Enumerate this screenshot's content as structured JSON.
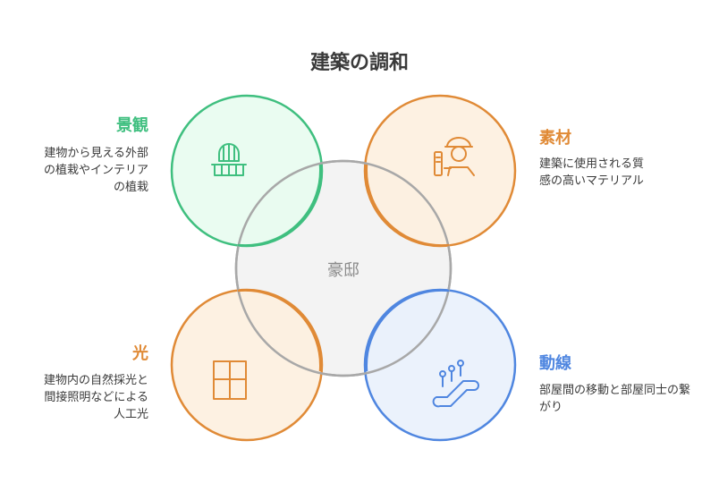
{
  "title": "建築の調和",
  "center": {
    "label": "豪邸"
  },
  "nodes": {
    "landscape": {
      "label": "景観",
      "description": "建物から見える外部\nの植栽やインテリア\nの植栽",
      "icon": "arch-gate-icon",
      "color": "#3fbf7f",
      "fill": "#e6fcef"
    },
    "material": {
      "label": "素材",
      "description": "建築に使用される質\n感の高いマテリアル",
      "icon": "craftsman-icon",
      "color": "#e08a36",
      "fill": "#fdeedd"
    },
    "light": {
      "label": "光",
      "description": "建物内の自然採光と\n間接照明などによる\n人工光",
      "icon": "window-icon",
      "color": "#e08a36",
      "fill": "#fdeedd"
    },
    "flow": {
      "label": "動線",
      "description": "部屋間の移動と部屋同士の繋\nがり",
      "icon": "escalator-icon",
      "color": "#4f86e0",
      "fill": "#e8f0fb"
    }
  },
  "colors": {
    "center_stroke": "#a8a8a8",
    "center_fill": "#f3f3f3",
    "title": "#3a3a3a",
    "text": "#3a3a3a"
  }
}
